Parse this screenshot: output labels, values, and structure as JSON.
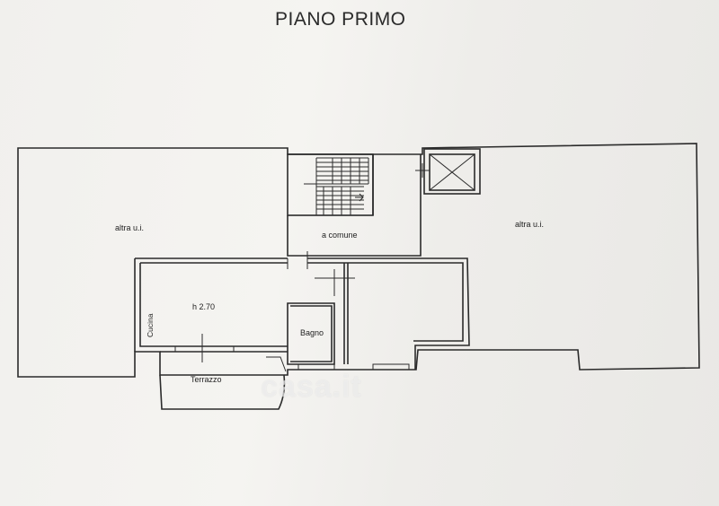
{
  "title": "PIANO PRIMO",
  "rooms": {
    "left": "altra u.i.",
    "right": "altra u.i.",
    "common": "a comune",
    "height": "h 2.70",
    "kitchen": "Cucina",
    "bath": "Bagno",
    "terrace": "Terrazzo"
  },
  "watermark": "casa.it",
  "colors": {
    "line": "#2b2b2b",
    "paper": "#f2f1ee"
  }
}
